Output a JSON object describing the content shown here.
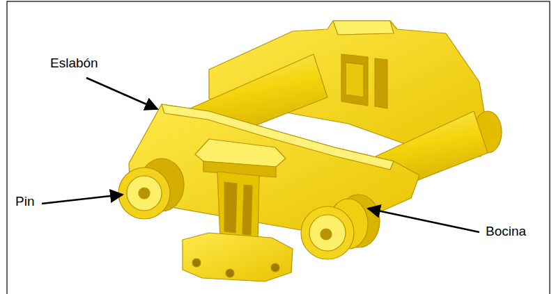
{
  "diagram": {
    "labels": [
      "Eslabón",
      "Pin",
      "Bocina"
    ]
  }
}
